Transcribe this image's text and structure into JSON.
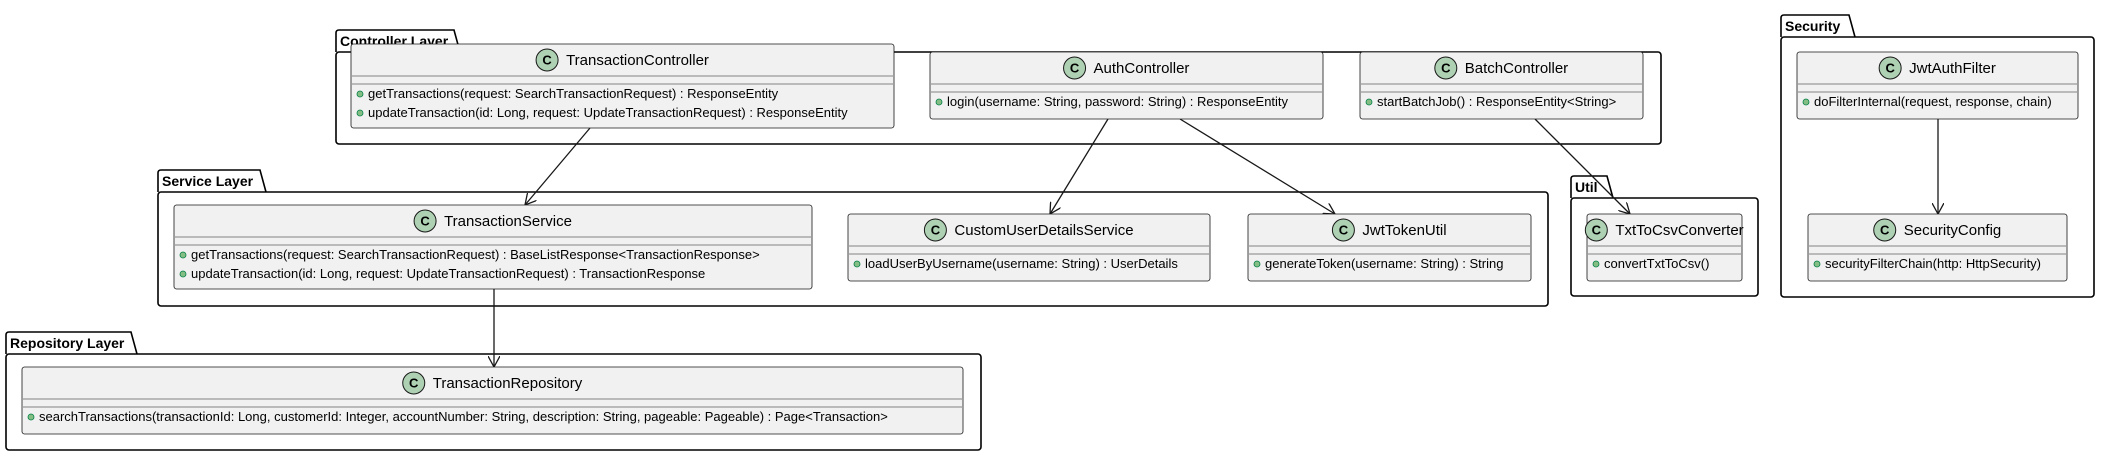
{
  "colors": {
    "class_fill": "#f1f1f1",
    "class_stroke": "#181818",
    "class_circle": "#add1b2",
    "method_marker": "#84be84",
    "package_stroke": "#000000",
    "edge": "#181818"
  },
  "class_glyph": "C",
  "packages": [
    {
      "id": "controller",
      "label": "Controller Layer"
    },
    {
      "id": "service",
      "label": "Service Layer"
    },
    {
      "id": "repository",
      "label": "Repository Layer"
    },
    {
      "id": "util",
      "label": "Util"
    },
    {
      "id": "security",
      "label": "Security"
    }
  ],
  "classes": [
    {
      "id": "TransactionController",
      "name": "TransactionController",
      "members": [
        "getTransactions(request: SearchTransactionRequest) : ResponseEntity",
        "updateTransaction(id: Long, request: UpdateTransactionRequest) : ResponseEntity"
      ]
    },
    {
      "id": "AuthController",
      "name": "AuthController",
      "members": [
        "login(username: String, password: String) : ResponseEntity"
      ]
    },
    {
      "id": "BatchController",
      "name": "BatchController",
      "members": [
        "startBatchJob() : ResponseEntity<String>"
      ]
    },
    {
      "id": "TransactionService",
      "name": "TransactionService",
      "members": [
        "getTransactions(request: SearchTransactionRequest) : BaseListResponse<TransactionResponse>",
        "updateTransaction(id: Long, request: UpdateTransactionRequest) : TransactionResponse"
      ]
    },
    {
      "id": "CustomUserDetailsService",
      "name": "CustomUserDetailsService",
      "members": [
        "loadUserByUsername(username: String) : UserDetails"
      ]
    },
    {
      "id": "JwtTokenUtil",
      "name": "JwtTokenUtil",
      "members": [
        "generateToken(username: String) : String"
      ]
    },
    {
      "id": "TransactionRepository",
      "name": "TransactionRepository",
      "members": [
        "searchTransactions(transactionId: Long, customerId: Integer, accountNumber: String, description: String, pageable: Pageable) : Page<Transaction>"
      ]
    },
    {
      "id": "TxtToCsvConverter",
      "name": "TxtToCsvConverter",
      "members": [
        "convertTxtToCsv()"
      ]
    },
    {
      "id": "JwtAuthFilter",
      "name": "JwtAuthFilter",
      "members": [
        "doFilterInternal(request, response, chain)"
      ]
    },
    {
      "id": "SecurityConfig",
      "name": "SecurityConfig",
      "members": [
        "securityFilterChain(http: HttpSecurity)"
      ]
    }
  ],
  "relations": [
    {
      "from": "TransactionController",
      "to": "TransactionService"
    },
    {
      "from": "AuthController",
      "to": "CustomUserDetailsService"
    },
    {
      "from": "AuthController",
      "to": "JwtTokenUtil"
    },
    {
      "from": "BatchController",
      "to": "TxtToCsvConverter"
    },
    {
      "from": "TransactionService",
      "to": "TransactionRepository"
    },
    {
      "from": "JwtAuthFilter",
      "to": "SecurityConfig"
    }
  ]
}
